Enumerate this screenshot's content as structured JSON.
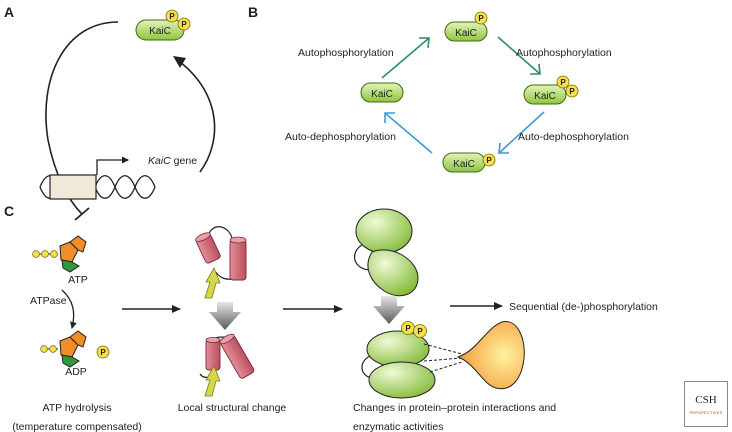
{
  "panels": {
    "a": "A",
    "b": "B",
    "c": "C"
  },
  "protein": {
    "name": "KaiC",
    "phospho": "P"
  },
  "panel_a": {
    "gene_name": "KaiC",
    "gene_suffix": " gene"
  },
  "panel_b": {
    "top_left": "Autophosphorylation",
    "top_right": "Autophosphorylation",
    "bottom_left": "Auto-dephosphorylation",
    "bottom_right": "Auto-dephosphorylation"
  },
  "panel_c": {
    "atp": "ATP",
    "atpase": "ATPase",
    "adp": "ADP",
    "atp_hydrolysis": "ATP hydrolysis",
    "temperature_compensated": "(temperature compensated)",
    "local_change": "Local structural change",
    "changes_line1": "Changes in protein–protein interactions and",
    "changes_line2": "enzymatic activities",
    "sequential": "Sequential (de-)phosphorylation"
  },
  "logo": {
    "line1": "CSH",
    "line2": "PERSPECTIVES"
  },
  "colors": {
    "kaic_fill": "#a6d75b",
    "kaic_stroke": "#3d6b12",
    "phospho_fill": "#f4e04d",
    "forward_arrow": "#2e8b6e",
    "reverse_arrow": "#3a9ad6",
    "helix": "#d4707e",
    "strand": "#d6d64a",
    "atp_orange": "#f28c28",
    "atp_green": "#2e9a3a",
    "partner_orange": "#f7b23b"
  }
}
